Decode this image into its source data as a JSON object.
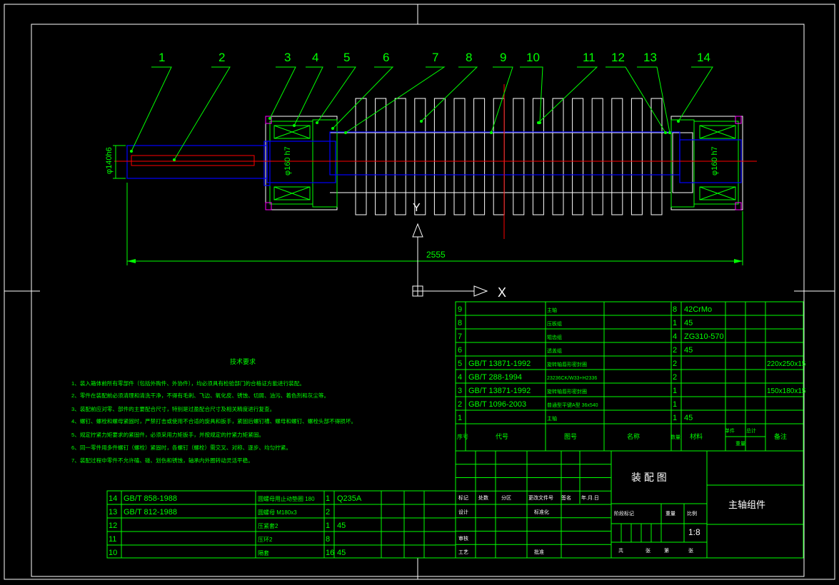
{
  "balloons": [
    "1",
    "2",
    "3",
    "4",
    "5",
    "6",
    "7",
    "8",
    "9",
    "10",
    "11",
    "12",
    "13",
    "14"
  ],
  "dimensions": {
    "shaft_end": "φ140h6",
    "bearing_left": "φ160 h7",
    "bearing_right": "φ160 h7",
    "overall_length": "2555"
  },
  "axis": {
    "x": "X",
    "y": "Y"
  },
  "notes": {
    "title": "技术要求",
    "items": [
      "1、装入箱体前所有零部件（包括外购件、外协件），均必须具有检验部门的合格证方能进行装配。",
      "2、零件在装配前必须清理和清洗干净，不得有毛刺、飞边、氧化皮、锈蚀、切屑、油污、着色剂和灰尘等。",
      "3、装配前应对零、部件的主要配合尺寸，特别是过盈配合尺寸及相关精度进行复查。",
      "4、螺钉、螺栓和螺母紧固时，严禁打击或使用不合适的旋具和扳手，紧固后螺钉槽、螺母和螺钉、螺栓头部不得损坏。",
      "5、规定拧紧力矩要求的紧固件，必须采用力矩扳手，并按规定的拧紧力矩紧固。",
      "6、同一零件用多件螺钉（螺栓）紧固时，各螺钉（螺栓）需交叉、对称、逐步、均匀拧紧。",
      "7、装配过程中零件不允许磕、碰、划伤和锈蚀，轴承内外圈转动灵活平稳。"
    ]
  },
  "bom_upper": [
    {
      "no": "9",
      "code": "",
      "name": "主轴",
      "qty": "8",
      "material": "42CrMo",
      "remark": ""
    },
    {
      "no": "8",
      "code": "",
      "name": "压板组",
      "qty": "1",
      "material": "45",
      "remark": ""
    },
    {
      "no": "7",
      "code": "",
      "name": "辊齿组",
      "qty": "4",
      "material": "ZG310-570",
      "remark": ""
    },
    {
      "no": "6",
      "code": "",
      "name": "透盖组",
      "qty": "2",
      "material": "45",
      "remark": ""
    },
    {
      "no": "5",
      "code": "GB/T 13871-1992",
      "name": "旋转轴唇形密封圈",
      "qty": "2",
      "material": "",
      "remark": "220x250x15"
    },
    {
      "no": "4",
      "code": "GB/T 288-1994",
      "name": "23236CK/W33+H2336",
      "qty": "2",
      "material": "",
      "remark": ""
    },
    {
      "no": "3",
      "code": "GB/T 13871-1992",
      "name": "旋转轴唇形密封圈",
      "qty": "1",
      "material": "",
      "remark": "150x180x15"
    },
    {
      "no": "2",
      "code": "GB/T 1096-2003",
      "name": "普通型平键A型 36x540",
      "qty": "1",
      "material": "",
      "remark": ""
    },
    {
      "no": "1",
      "code": "",
      "name": "主轴",
      "qty": "1",
      "material": "45",
      "remark": ""
    }
  ],
  "bom_header": {
    "no": "序号",
    "code": "代号",
    "drawing": "图号",
    "name": "名称",
    "qty": "数量",
    "material": "材料",
    "single": "单件",
    "total": "总计",
    "weight": "重量",
    "remark": "备注"
  },
  "bom_lower": [
    {
      "no": "14",
      "code": "GB/T 858-1988",
      "name": "圆螺母用止动垫圈 180",
      "qty": "1",
      "material": "Q235A"
    },
    {
      "no": "13",
      "code": "GB/T 812-1988",
      "name": "圆螺母 M180x3",
      "qty": "2",
      "material": ""
    },
    {
      "no": "12",
      "code": "",
      "name": "压紧套2",
      "qty": "1",
      "material": "45"
    },
    {
      "no": "11",
      "code": "",
      "name": "压环2",
      "qty": "8",
      "material": ""
    },
    {
      "no": "10",
      "code": "",
      "name": "隔套",
      "qty": "16",
      "material": "45"
    }
  ],
  "title_block": {
    "drawing_type": "装 配 图",
    "part_name": "主轴组件",
    "scale": "1:8",
    "labels": {
      "mark": "标记",
      "count": "处数",
      "zone": "分区",
      "change_doc": "更改文件号",
      "sign": "签名",
      "date": "年.月.日",
      "design": "设计",
      "standard": "标准化",
      "stage": "阶段标记",
      "weight": "重量",
      "scale": "比例",
      "check": "审核",
      "process": "工艺",
      "approve": "批准",
      "sheet_total": "共",
      "sheet": "张",
      "sheet_no": "第",
      "sheet2": "张"
    }
  }
}
